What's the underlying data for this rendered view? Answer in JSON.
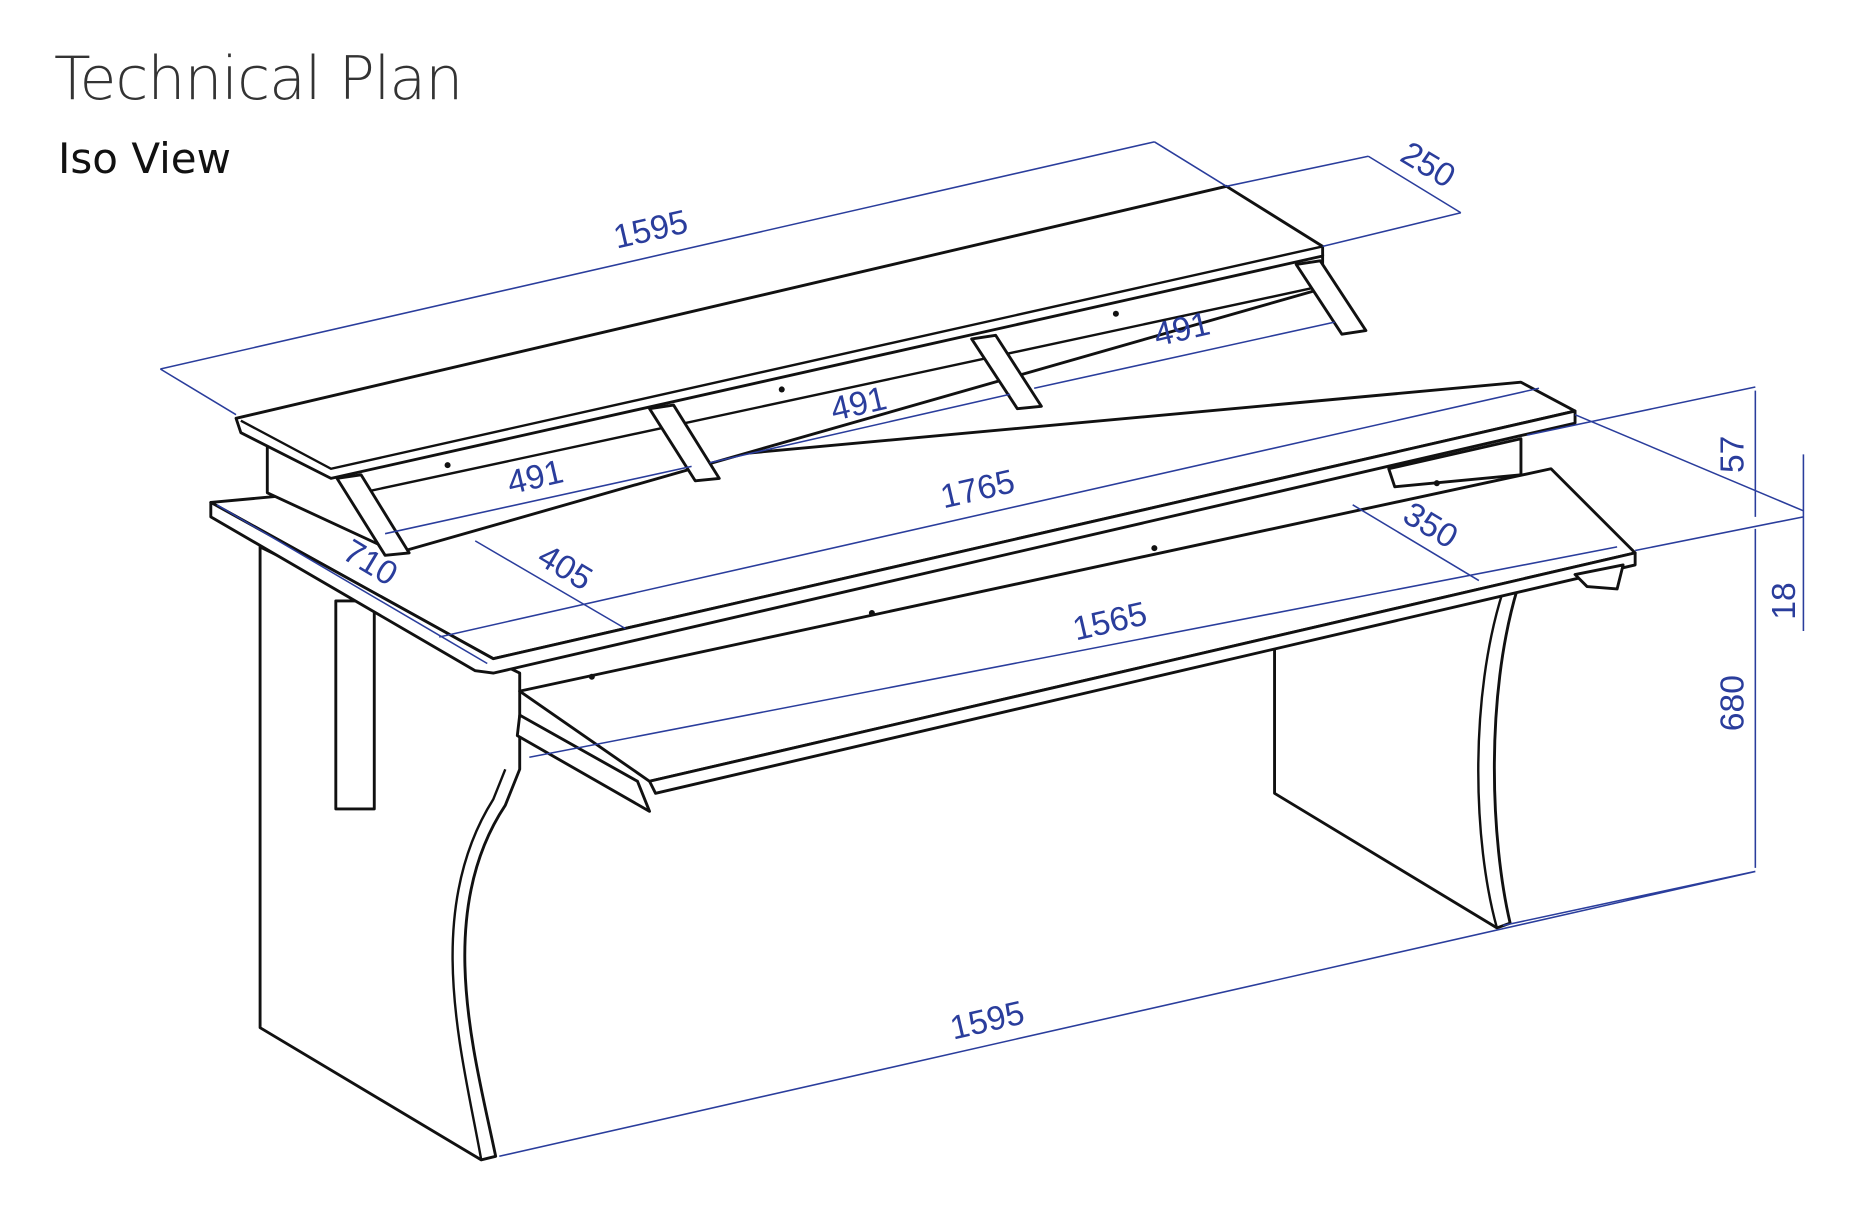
{
  "header": {
    "title": "Technical Plan",
    "subtitle": "Iso View"
  },
  "dimensions": {
    "riser_length": "1595",
    "riser_depth": "250",
    "bay_1": "491",
    "bay_2": "491",
    "bay_3": "491",
    "desk_length": "1765",
    "desk_depth": "710",
    "riser_setback": "405",
    "tray_depth": "350",
    "tray_length": "1565",
    "base_length": "1595",
    "riser_height": "57",
    "top_thickness": "18",
    "desk_height": "680"
  },
  "colors": {
    "dimension": "#2a3d9c",
    "outline": "#111111"
  }
}
